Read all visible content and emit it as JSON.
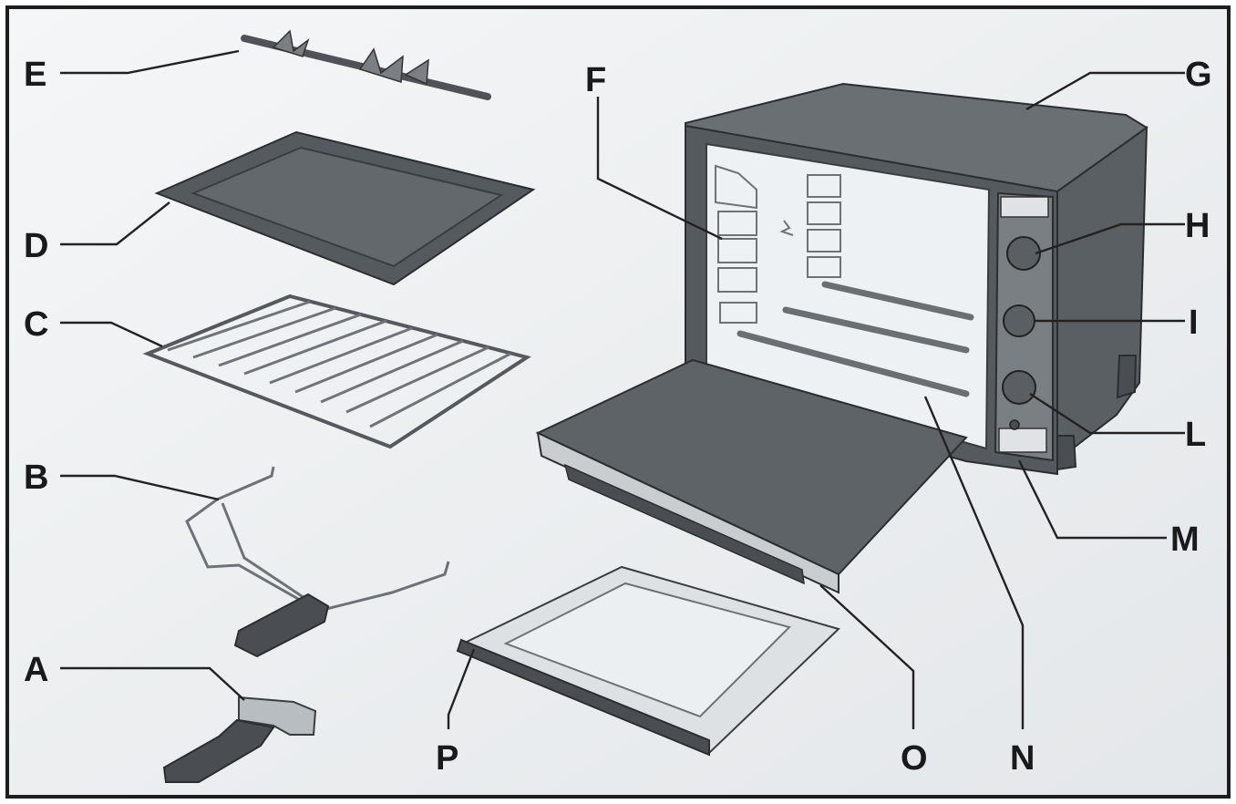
{
  "labels": {
    "A": "A",
    "B": "B",
    "C": "C",
    "D": "D",
    "E": "E",
    "F": "F",
    "G": "G",
    "H": "H",
    "I": "I",
    "L": "L",
    "M": "M",
    "N": "N",
    "O": "O",
    "P": "P"
  },
  "colors": {
    "background": "#ffffff",
    "frame": "#1e1e1e",
    "dark_part": "#555a5e",
    "light_part": "#dde1e4"
  }
}
